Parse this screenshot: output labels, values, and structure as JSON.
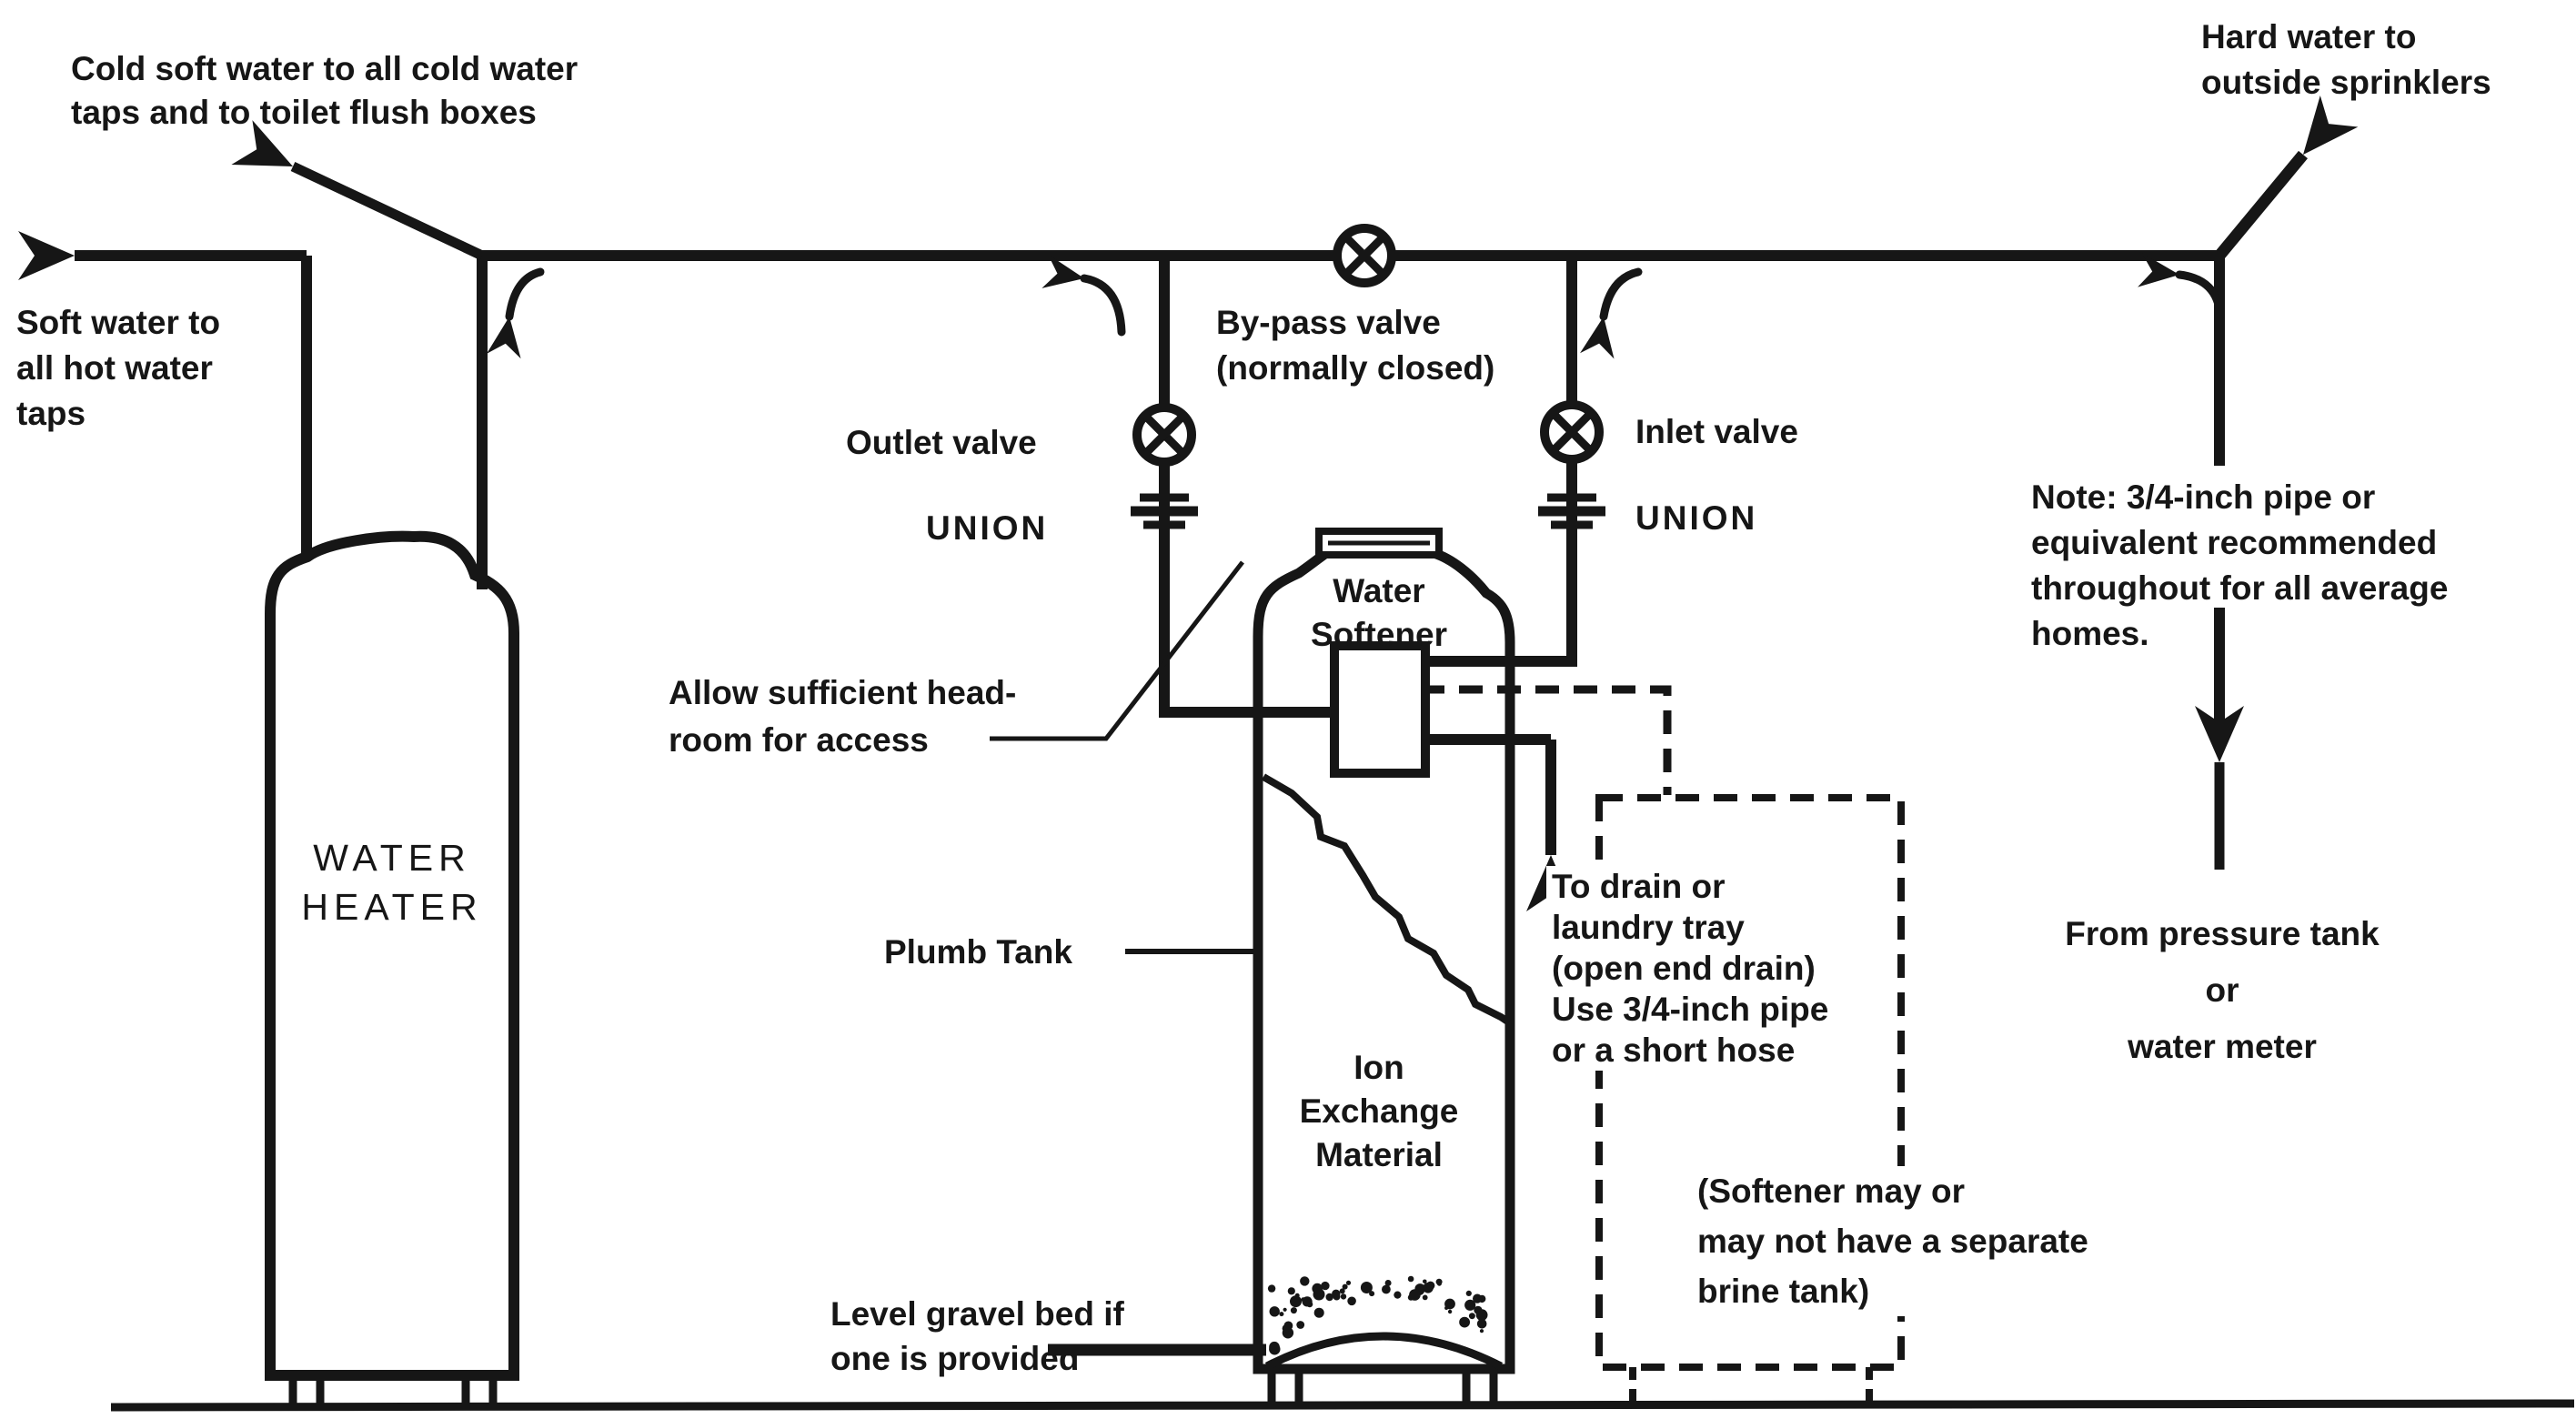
{
  "colors": {
    "ink": "#161616",
    "background": "#ffffff"
  },
  "labels": {
    "cold_soft_water": "Cold soft water to all cold water\ntaps and to toilet flush boxes",
    "soft_water": "Soft water to\nall hot water\ntaps",
    "water_heater": "WATER\nHEATER",
    "bypass_valve": "By-pass valve\n(normally closed)",
    "outlet_valve": "Outlet valve",
    "union_left": "UNION",
    "inlet_valve": "Inlet valve",
    "union_right": "UNION",
    "water_softener": "Water\nSoftener",
    "headroom": "Allow sufficient head-\nroom for access",
    "plumb_tank": "Plumb Tank",
    "ion_exchange": "Ion\nExchange\nMaterial",
    "level_gravel": "Level gravel bed if\none is provided",
    "to_drain": "To drain or\nlaundry tray\n(open end drain)\nUse 3/4-inch pipe\nor a short hose",
    "brine_tank_note": "(Softener may or\nmay not have a separate\nbrine tank)",
    "hard_water": "Hard water to\noutside sprinklers",
    "pipe_note": "Note: 3/4-inch pipe or\nequivalent recommended\nthroughout for all average\nhomes.",
    "from_pressure_tank": "From pressure tank\nor\nwater meter"
  },
  "icons": {
    "valve-icon": "circle-with-x gate valve symbol",
    "union-icon": "triple horizontal bar pipe union symbol",
    "flow-arrow-icon": "small curved direction arrow",
    "arrowhead-icon": "solid barbed triangle arrowhead"
  }
}
